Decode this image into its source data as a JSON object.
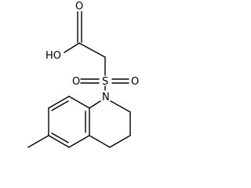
{
  "molecule": {
    "atoms": {
      "hydroxyl": "HO",
      "carbonyl_oxygen": "O",
      "sulfur": "S",
      "sulfonyl_oxygen_left": "O",
      "sulfonyl_oxygen_right": "O",
      "ring_nitrogen": "N"
    }
  }
}
